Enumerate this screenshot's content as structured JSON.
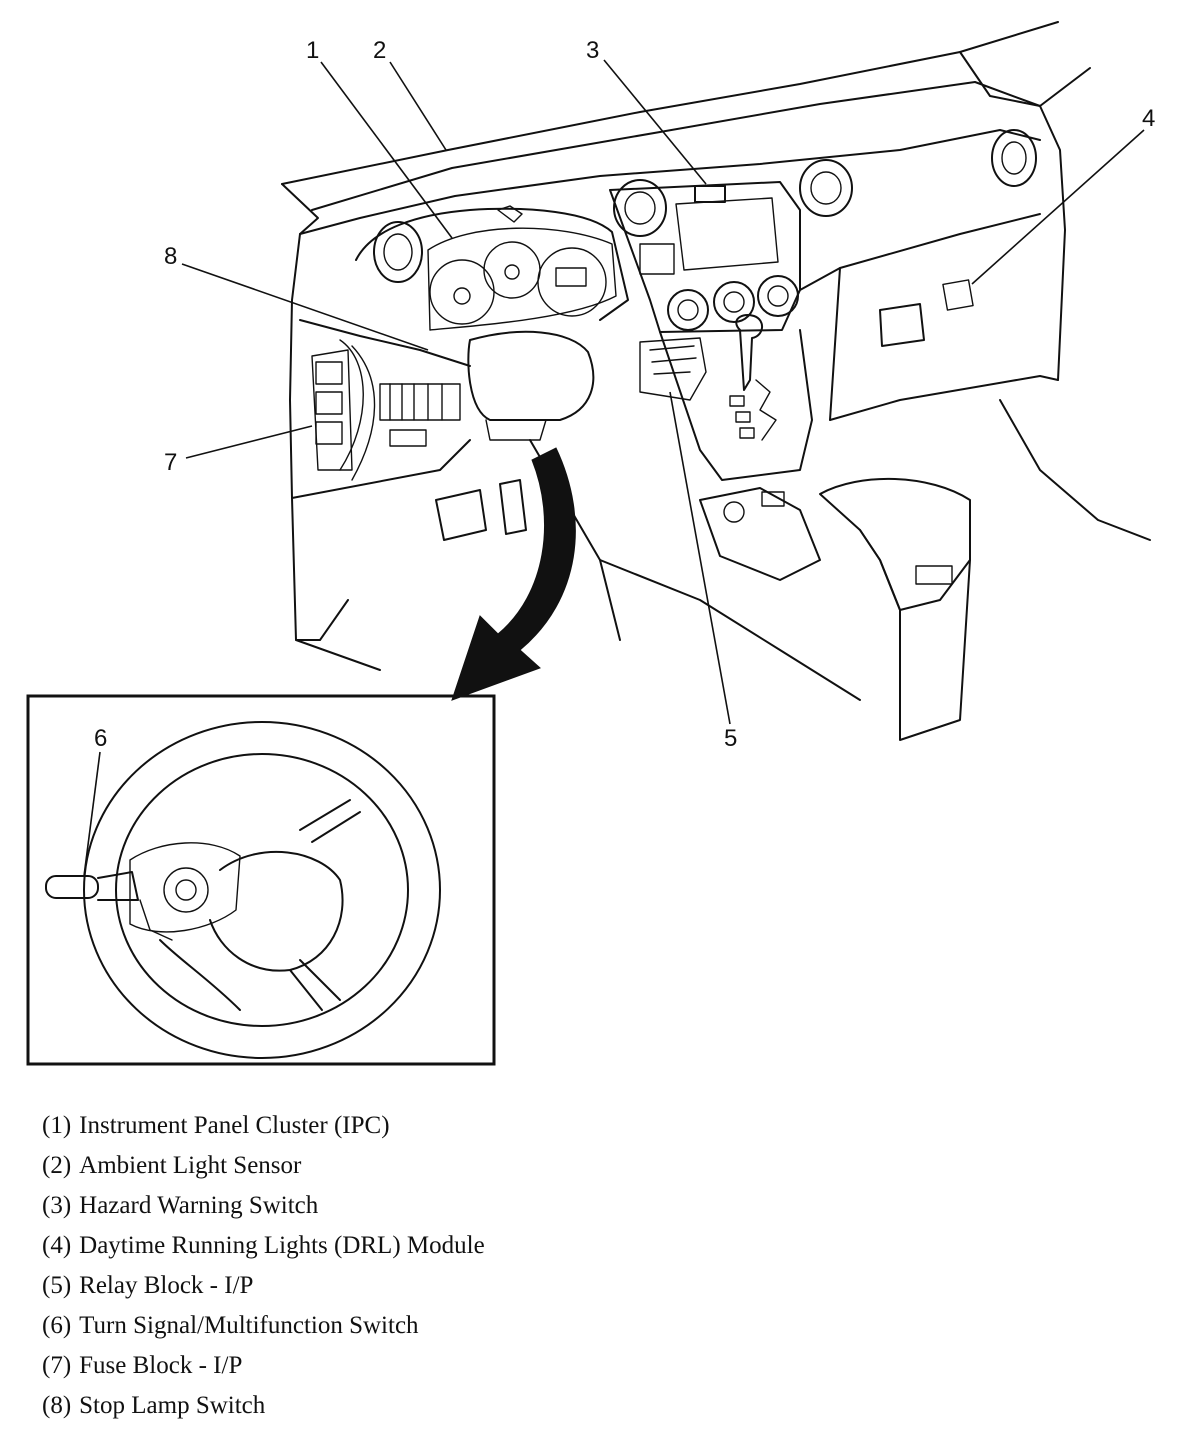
{
  "callouts": [
    "1",
    "2",
    "3",
    "4",
    "5",
    "6",
    "7",
    "8"
  ],
  "legend": [
    {
      "num": "(1)",
      "label": "Instrument Panel Cluster (IPC)"
    },
    {
      "num": "(2)",
      "label": "Ambient Light Sensor"
    },
    {
      "num": "(3)",
      "label": "Hazard Warning Switch"
    },
    {
      "num": "(4)",
      "label": "Daytime Running Lights (DRL) Module"
    },
    {
      "num": "(5)",
      "label": "Relay Block - I/P"
    },
    {
      "num": "(6)",
      "label": "Turn Signal/Multifunction Switch"
    },
    {
      "num": "(7)",
      "label": "Fuse Block - I/P"
    },
    {
      "num": "(8)",
      "label": "Stop Lamp Switch"
    }
  ]
}
